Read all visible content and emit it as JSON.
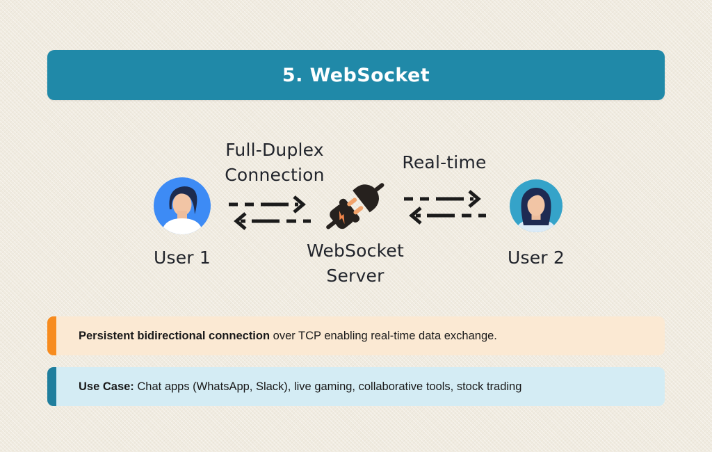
{
  "header": {
    "title": "5. WebSocket"
  },
  "diagram": {
    "user1": {
      "label": "User 1",
      "icon": "male-user-avatar-icon"
    },
    "user2": {
      "label": "User 2",
      "icon": "female-user-avatar-icon"
    },
    "left_connection": {
      "line1": "Full-Duplex",
      "line2": "Connection",
      "icon": "bidirectional-dashed-arrows-icon"
    },
    "right_connection": {
      "label": "Real-time",
      "icon": "bidirectional-dashed-arrows-icon"
    },
    "server": {
      "line1": "WebSocket",
      "line2": "Server",
      "icon": "plug-connector-icon"
    }
  },
  "info_boxes": {
    "description": {
      "lead": "Persistent bidirectional connection",
      "rest": " over TCP enabling real-time data exchange."
    },
    "use_case": {
      "lead": "Use Case:",
      "rest": " Chat apps (WhatsApp, Slack), live gaming, collaborative tools, stock trading"
    }
  },
  "colors": {
    "background": "#f0ebe0",
    "header_bg": "#2089a8",
    "header_text": "#ffffff",
    "label_text": "#21242b",
    "arrow": "#1b1b1b",
    "orange_accent": "#f78c1f",
    "description_box_bg": "#fbe9d3",
    "teal_accent": "#1f7e9d",
    "use_case_box_bg": "#d4ecf4",
    "user1_circle": "#3d8bf5",
    "user2_circle": "#35a3c9",
    "avatar_hair": "#1d2b4e",
    "avatar_skin": "#f2c5a5",
    "plug_body": "#26211e",
    "plug_prong": "#f2a36b"
  }
}
